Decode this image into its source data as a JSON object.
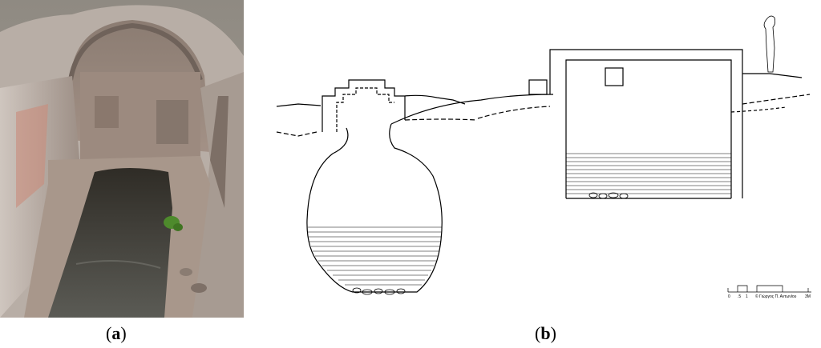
{
  "captions": {
    "a": {
      "open": "(",
      "letter": "a",
      "close": ")"
    },
    "b": {
      "open": "(",
      "letter": "b",
      "close": ")"
    }
  },
  "scale_bar": {
    "ticks": [
      "0",
      ".5",
      "1",
      "3M"
    ],
    "credit": "© Γιώργος Π. Αντωνίου"
  },
  "photo_icon": "cistern-photograph",
  "drawing_icon": "cistern-section-drawing",
  "colors": {
    "stone_light": "#b9aea6",
    "stone_dark": "#7d6f66",
    "water": "#4a4a42",
    "vegetation": "#4e8a2c",
    "ink": "#000000"
  }
}
